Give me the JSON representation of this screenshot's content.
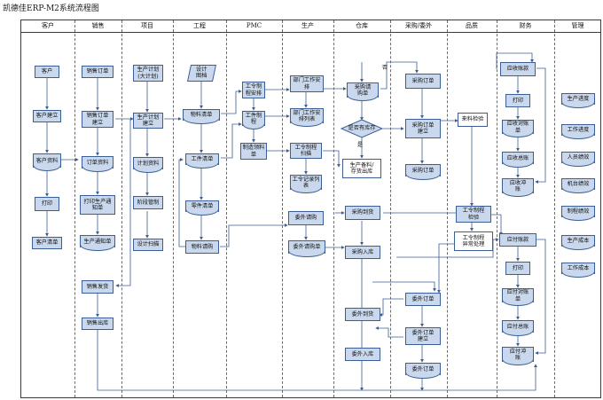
{
  "title": "凯德佳ERP-M2系统流程图",
  "lanes": [
    "客户",
    "销售",
    "项目",
    "工程",
    "PMC",
    "生产",
    "仓库",
    "采购/委外",
    "品质",
    "财务",
    "管理"
  ],
  "nodes": {
    "kehu": "客户",
    "kehu_jianli": "客户建立",
    "kehu_ziliao": "客户资料",
    "dayin_1": "打印",
    "kehu_qingdan": "客户清单",
    "xiaoshou_dingdan": "销售订单",
    "xiaoshou_dingdan_jianli": "销售订单\n建立",
    "dingdan_ziliao": "订单资料",
    "dayin_shengchan_tongzhidan": "打印生产通\n知单",
    "shengchan_tongzhidan": "生产通知单",
    "xiaoshou_fahuo": "销售发货",
    "xiaoshou_chuku": "销售出库",
    "shengchan_jihua_daji": "生产计划\n(大计划)",
    "shengchan_jihua_jianli": "生产计划\n建立",
    "jihua_ziliao": "计划资料",
    "jieduan_guanzhi": "阶段管制",
    "sheji_saomiao": "设计扫描",
    "sheji_tudang": "设计\n图档",
    "wuliao_qingdan": "物料清单",
    "gongjian_qingdan": "工件清单",
    "lingjian_qingdan": "零件清单",
    "wuliao_qinggou": "物料请购",
    "gongling_zhiding_paichan": "工令制\n程安排",
    "gongling_zhiding": "工件制\n程",
    "zhizao_lingliaodan": "制造领料\n单",
    "bumen_gongzuo_anpai": "部门工作安\n排",
    "bumen_gongzuo_anpai_biao": "部门工作安\n排列表",
    "gongling_zhiding_saomiao": "工令制程\n扫描",
    "gongling_jilu_biao": "工令记录列\n表",
    "weiwai_qinggou": "委外请购",
    "weiwai_qinggoudan": "委外请购单",
    "caigou_qinggoudan": "采购请\n购单",
    "shifou_youkucun": "是否有库存",
    "label_shi": "是",
    "label_fou": "否",
    "shengchan_beiliao": "生产备料/\n存货出库",
    "caigou_daohuo": "采购到货",
    "caigou_ruku": "采购入库",
    "weiwai_daohuo": "委外到货",
    "weiwai_ruku": "委外入库",
    "caigou_dingdan_1": "采购订单",
    "caigou_dingdan_jianli": "采购订单\n建立",
    "caigou_dingdan_2": "采购订单",
    "weiwai_dingdan_1": "委外订单",
    "weiwai_dingdan_jianli": "委外订单\n建立",
    "weiwai_dingdan_2": "委外订单",
    "laiiliao_jianyan": "来料检验",
    "gongling_zhiding_jianyan": "工令制程\n检验",
    "gongling_zhiding_yichang": "工令制程\n异常处理",
    "yingshou_zhangkuan": "应收账款",
    "dayin_caiwu_1": "打印",
    "yingshou_duizhang": "应收对账\n单",
    "yingshou_zongzhang": "应收总账",
    "yingshou_chongzhang": "应收冲\n账",
    "yingfu_zhangkuan": "应付账款",
    "dayin_caiwu_2": "打印",
    "yingfu_duizhang": "应付对账\n单",
    "yingfu_zongzhang": "应付总账",
    "yingfu_chongzhang": "应付冲\n账",
    "shengchan_jindu": "生产进度",
    "gongzuo_jindu": "工作进度",
    "renyuan_jixiao": "人员绩效",
    "jitai_jixiao": "机台绩效",
    "zhicheng_jixiao": "制程绩效",
    "shengchan_chengben": "生产成本",
    "gongzuo_chengben": "工作成本"
  },
  "colors": {
    "node_fill": "#c9d8ec",
    "node_border": "#3b5f95",
    "line": "#3b5f95",
    "frame": "#3a3a3a"
  }
}
